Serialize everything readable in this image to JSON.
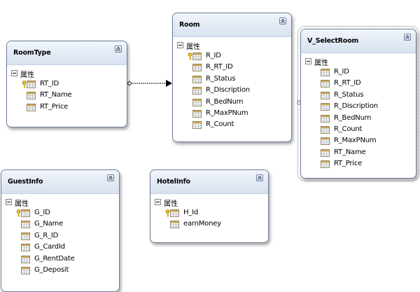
{
  "diagram": {
    "section_label": "属性",
    "entities": [
      {
        "id": "roomtype",
        "title": "RoomType",
        "fields": [
          {
            "name": "RT_ID",
            "key": true
          },
          {
            "name": "RT_Name",
            "key": false
          },
          {
            "name": "RT_Price",
            "key": false
          }
        ]
      },
      {
        "id": "room",
        "title": "Room",
        "fields": [
          {
            "name": "R_ID",
            "key": true
          },
          {
            "name": "R_RT_ID",
            "key": false
          },
          {
            "name": "R_Status",
            "key": false
          },
          {
            "name": "R_Discription",
            "key": false
          },
          {
            "name": "R_BedNum",
            "key": false
          },
          {
            "name": "R_MaxPNum",
            "key": false
          },
          {
            "name": "R_Count",
            "key": false
          }
        ]
      },
      {
        "id": "vselectroom",
        "title": "V_SelectRoom",
        "fields": [
          {
            "name": "R_ID",
            "key": false
          },
          {
            "name": "R_RT_ID",
            "key": false
          },
          {
            "name": "R_Status",
            "key": false
          },
          {
            "name": "R_Discription",
            "key": false
          },
          {
            "name": "R_BedNum",
            "key": false
          },
          {
            "name": "R_Count",
            "key": false
          },
          {
            "name": "R_MaxPNum",
            "key": false
          },
          {
            "name": "RT_Name",
            "key": false
          },
          {
            "name": "RT_Price",
            "key": false
          }
        ]
      },
      {
        "id": "guestinfo",
        "title": "GuestInfo",
        "fields": [
          {
            "name": "G_ID",
            "key": true
          },
          {
            "name": "G_Name",
            "key": false
          },
          {
            "name": "G_R_ID",
            "key": false
          },
          {
            "name": "G_CardId",
            "key": false
          },
          {
            "name": "G_RentDate",
            "key": false
          },
          {
            "name": "G_Deposit",
            "key": false
          }
        ]
      },
      {
        "id": "hotelinfo",
        "title": "HotelInfo",
        "fields": [
          {
            "name": "H_Id",
            "key": true
          },
          {
            "name": "earnMoney",
            "key": false
          }
        ]
      }
    ],
    "relationships": [
      {
        "from": "roomtype",
        "to": "room",
        "from_end": "diamond",
        "to_end": "arrow"
      }
    ],
    "colors": {
      "header_top": "#f1f5fb",
      "header_bottom": "#d8e2f0",
      "border": "#6f7f9b",
      "key": "#e2b400"
    }
  }
}
